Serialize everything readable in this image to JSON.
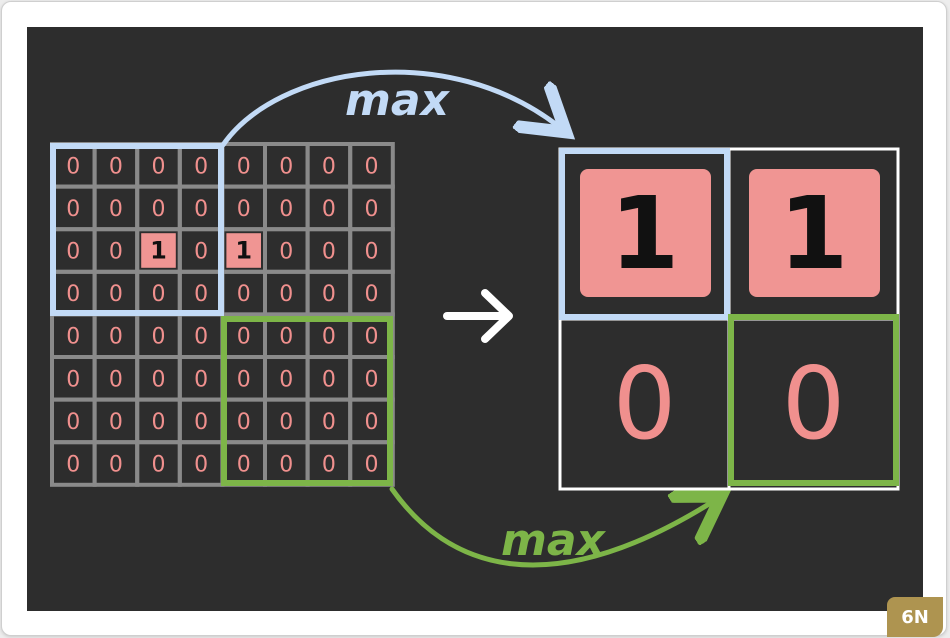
{
  "input_grid": {
    "values": [
      [
        "0",
        "0",
        "0",
        "0",
        "0",
        "0",
        "0",
        "0"
      ],
      [
        "0",
        "0",
        "0",
        "0",
        "0",
        "0",
        "0",
        "0"
      ],
      [
        "0",
        "0",
        "1",
        "0",
        "1",
        "0",
        "0",
        "0"
      ],
      [
        "0",
        "0",
        "0",
        "0",
        "0",
        "0",
        "0",
        "0"
      ],
      [
        "0",
        "0",
        "0",
        "0",
        "0",
        "0",
        "0",
        "0"
      ],
      [
        "0",
        "0",
        "0",
        "0",
        "0",
        "0",
        "0",
        "0"
      ],
      [
        "0",
        "0",
        "0",
        "0",
        "0",
        "0",
        "0",
        "0"
      ],
      [
        "0",
        "0",
        "0",
        "0",
        "0",
        "0",
        "0",
        "0"
      ]
    ]
  },
  "output_grid": {
    "values": [
      [
        "1",
        "1"
      ],
      [
        "0",
        "0"
      ]
    ]
  },
  "labels": {
    "max_top": "max",
    "max_bottom": "max",
    "arrow": "→"
  },
  "badge": "6N",
  "colors": {
    "background": "#2d2d2d",
    "grid": "#8a8a8a",
    "zero": "#f0908e",
    "one_fill": "#f09593",
    "one_ink": "#111111",
    "window_blue": "#c2daf6",
    "window_green": "#7db548",
    "output_border": "#ffffff"
  }
}
